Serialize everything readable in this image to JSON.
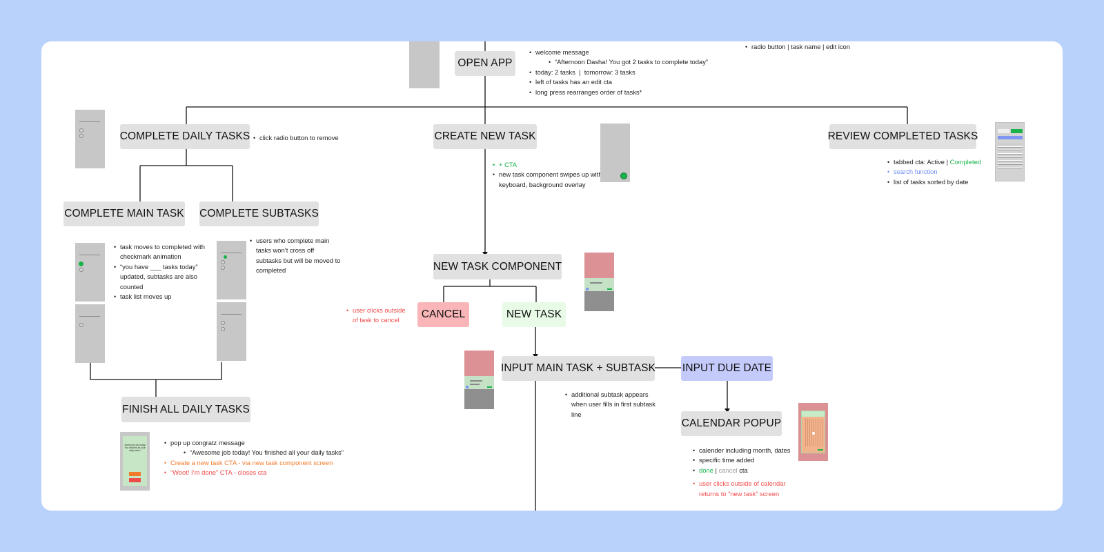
{
  "nodes": {
    "open_app": "OPEN APP",
    "complete_daily": "COMPLETE DAILY TASKS",
    "create_new": "CREATE NEW TASK",
    "review_completed": "REVIEW COMPLETED TASKS",
    "complete_main": "COMPLETE MAIN TASK",
    "complete_sub": "COMPLETE SUBTASKS",
    "new_task_component": "NEW TASK COMPONENT",
    "cancel": "CANCEL",
    "new_task": "NEW TASK",
    "input_main": "INPUT MAIN TASK + SUBTASK",
    "input_due": "INPUT DUE DATE",
    "calendar": "CALENDAR POPUP",
    "finish_all": "FINISH ALL DAILY TASKS"
  },
  "notes": {
    "open_app": {
      "welcome": "welcome message",
      "afternoon": "“Afternoon Dasha! You got 2 tasks to complete today”",
      "today": "today: 2 tasks  |  tomorrow: 3 tasks",
      "left": "left of tasks has an edit cta",
      "long_press": "long press rearranges order of  tasks*"
    },
    "top_right": "radio button | task name | edit icon",
    "complete_daily": "click radio button to remove",
    "create_new": {
      "cta": "+ CTA",
      "swipe": "new task component swipes up with keyboard, background overlay"
    },
    "review": {
      "tabbed": "tabbed cta: Active | ",
      "completed": "Completed",
      "search": "search function",
      "list": "list of tasks sorted by date"
    },
    "main_task": {
      "moves": "task moves to completed with checkmark animation",
      "you_have": "“you have ___ tasks today” updated, subtasks are also counted",
      "list_up": "task list moves up"
    },
    "subtasks": "users who complete main tasks won’t cross off subtasks but will be moved to completed",
    "cancel": "user clicks outside of task to cancel",
    "subtask_appears": "additional subtask appears when user fills in first subtask line",
    "calendar": {
      "including": "calender including month, dates",
      "time": "specific time added",
      "done": "done",
      "sep": " | ",
      "cancel": "cancel",
      "cta": " cta",
      "outside": "user clicks outside of calendar returns to “new task” screen"
    },
    "finish": {
      "popup": "pop up congratz message",
      "awesome": "“Awesome job today! You finished all your daily tasks”",
      "create": "Create a new task CTA - via new task component screen",
      "woot": "“Woot! I’m done” CTA - closes cta"
    }
  },
  "thumb_texts": {
    "finish_popup": "“Awesome job today! You finished all your daily tasks”"
  },
  "colors": {
    "background": "#b8d2fb",
    "node_gray": "#e1e1e1",
    "cancel_pink": "#f9b5b7",
    "new_task_green": "#e7fbe6",
    "due_date_blue": "#c4cbfb",
    "accent_green": "#16b34a",
    "accent_red": "#ef4b4b",
    "accent_orange": "#f07a2a",
    "accent_blue": "#6f8ef0"
  }
}
